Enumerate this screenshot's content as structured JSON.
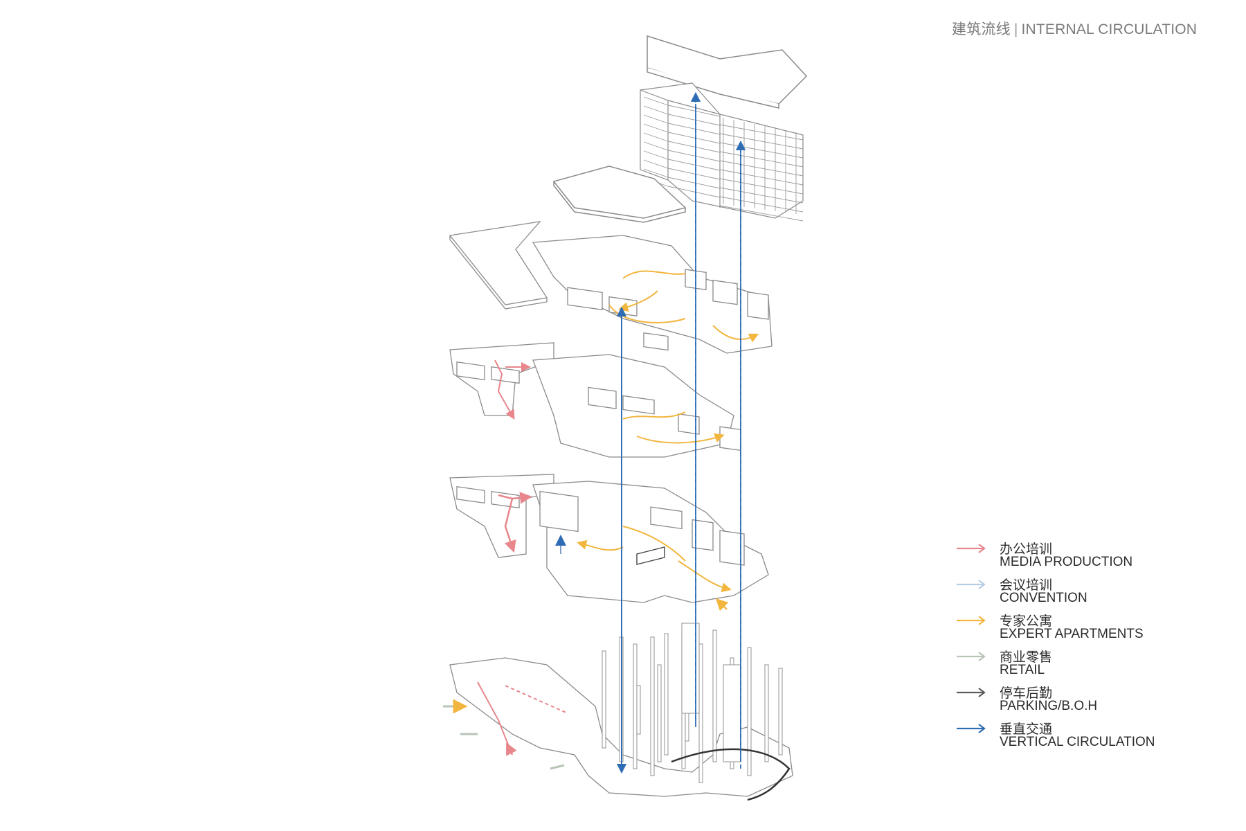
{
  "header": {
    "title_zh": "建筑流线",
    "separator": "|",
    "title_en": "INTERNAL CIRCULATION"
  },
  "colors": {
    "line": "#8a8a8a",
    "media": "#e8868c",
    "convention": "#b7cde6",
    "apartments": "#f2b63f",
    "retail": "#b7c5b7",
    "parking": "#5a5a5a",
    "vertical": "#2e6db5"
  },
  "legend": {
    "items": [
      {
        "key": "media",
        "zh": "办公培训",
        "en": "MEDIA PRODUCTION",
        "color": "#e8868c"
      },
      {
        "key": "convention",
        "zh": "会议培训",
        "en": "CONVENTION",
        "color": "#b7cde6"
      },
      {
        "key": "apartments",
        "zh": "专家公寓",
        "en": "EXPERT APARTMENTS",
        "color": "#f2b63f"
      },
      {
        "key": "retail",
        "zh": "商业零售",
        "en": "RETAIL",
        "color": "#b7c5b7"
      },
      {
        "key": "parking",
        "zh": "停车后勤",
        "en": "PARKING/B.O.H",
        "color": "#5a5a5a"
      },
      {
        "key": "vertical",
        "zh": "垂直交通",
        "en": "VERTICAL CIRCULATION",
        "color": "#2e6db5"
      }
    ]
  }
}
